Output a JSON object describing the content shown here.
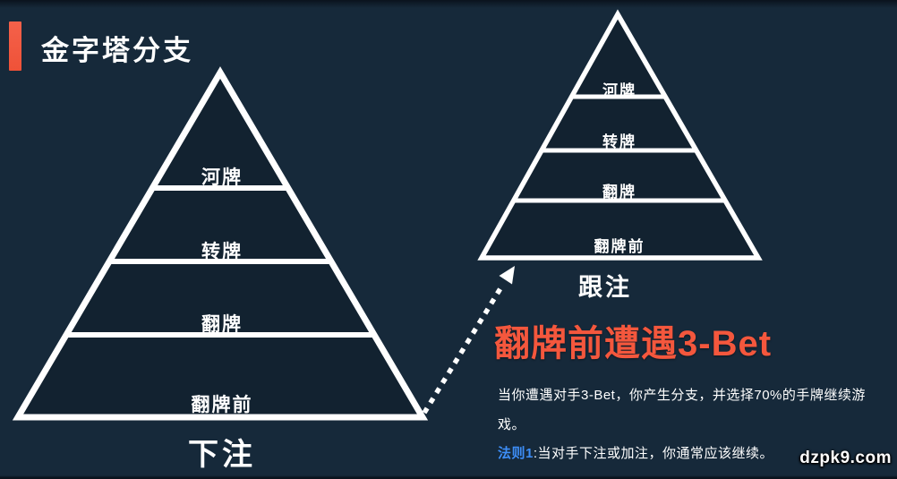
{
  "page": {
    "title": "金字塔分支",
    "watermark": "dzpk9.com"
  },
  "colors": {
    "background": "#16293a",
    "accent_orange": "#f15b3f",
    "heading_orange": "#f4573d",
    "rule_blue": "#3d8ef7",
    "line_white": "#ffffff"
  },
  "pyramid_left": {
    "layers": [
      "河牌",
      "转牌",
      "翻牌",
      "翻牌前"
    ],
    "caption": "下注"
  },
  "pyramid_right": {
    "layers": [
      "河牌",
      "转牌",
      "翻牌",
      "翻牌前"
    ],
    "caption": "跟注"
  },
  "callout": {
    "heading": "翻牌前遭遇3-Bet",
    "description_lines": [
      "当你遭遇对手3-Bet，你产生分支，并选择70%的手牌继续游",
      "戏。"
    ],
    "rule_label": "法则1",
    "rule_text": ":当对手下注或加注，你通常应该继续。"
  }
}
